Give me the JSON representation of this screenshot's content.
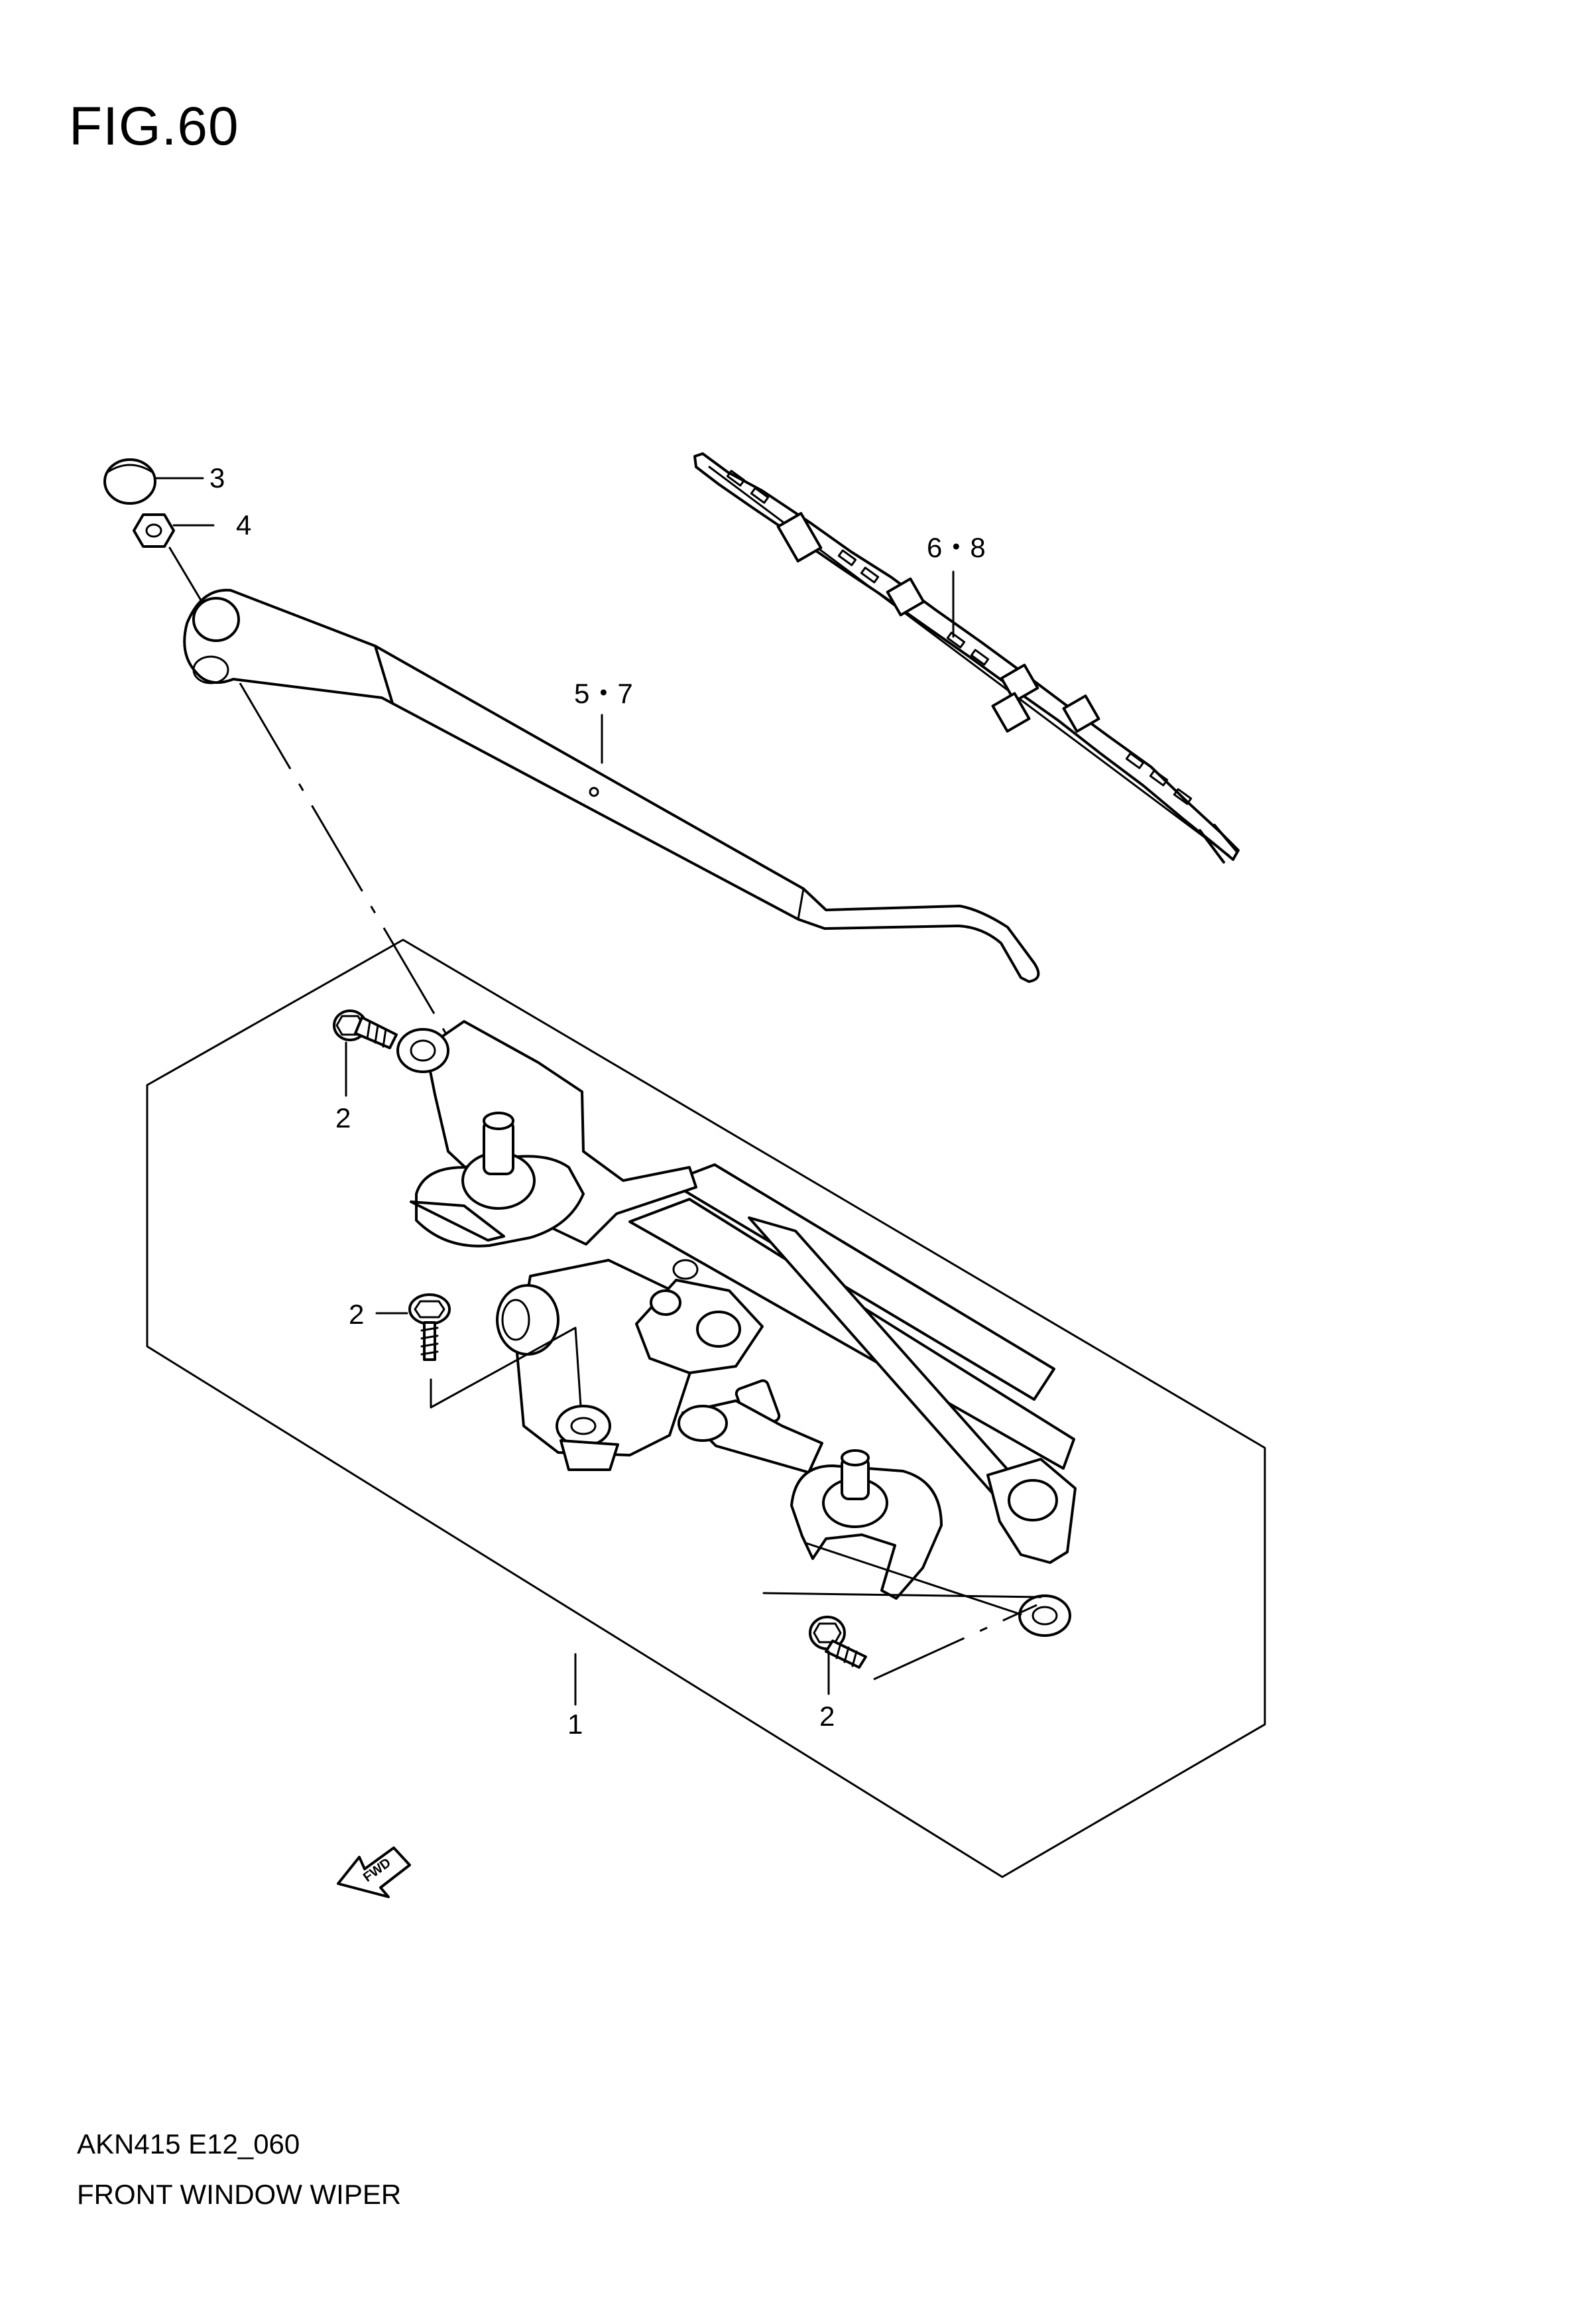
{
  "figure": {
    "title": "FIG.60",
    "code": "AKN415 E12_060",
    "name": "FRONT WINDOW WIPER"
  },
  "callouts": {
    "c1": "1",
    "c2a": "2",
    "c2b": "2",
    "c2c": "2",
    "c3": "3",
    "c4": "4",
    "c57": "5・7",
    "c68": "6・8"
  },
  "arrow": {
    "label": "FWD"
  }
}
